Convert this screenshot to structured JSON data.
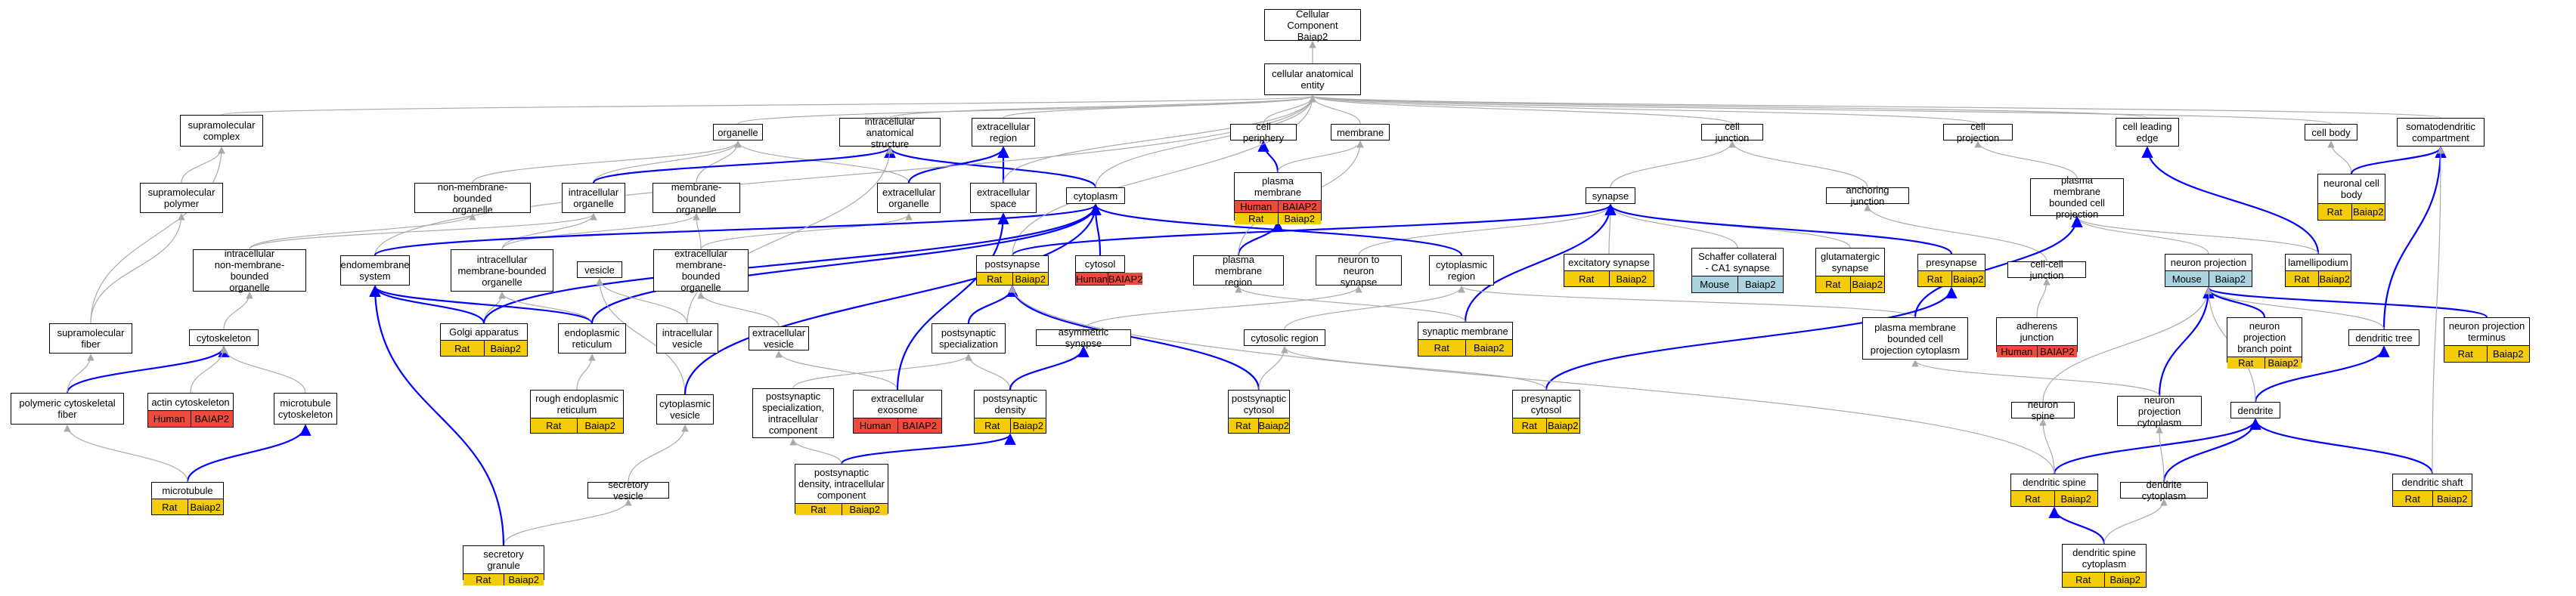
{
  "colors": {
    "rat_annotation": "#f5cc0a",
    "human_annotation": "#ef4b3c",
    "mouse_annotation": "#a9d4e0",
    "is_a_edge": "#aaaaaa",
    "part_of_edge": "#0000ff"
  },
  "nodes": [
    {
      "id": "root",
      "label": "Cellular Component\nBaiap2"
    },
    {
      "id": "cae",
      "label": "cellular anatomical\nentity"
    },
    {
      "id": "smc",
      "label": "supramolecular\ncomplex"
    },
    {
      "id": "org",
      "label": "organelle"
    },
    {
      "id": "ias",
      "label": "intracellular\nanatomical structure"
    },
    {
      "id": "exr",
      "label": "extracellular\nregion"
    },
    {
      "id": "cper",
      "label": "cell periphery"
    },
    {
      "id": "mem",
      "label": "membrane"
    },
    {
      "id": "cj",
      "label": "cell junction"
    },
    {
      "id": "cproj",
      "label": "cell projection"
    },
    {
      "id": "cle",
      "label": "cell leading\nedge"
    },
    {
      "id": "cbody",
      "label": "cell body"
    },
    {
      "id": "sdc",
      "label": "somatodendritic\ncompartment"
    },
    {
      "id": "smp",
      "label": "supramolecular\npolymer"
    },
    {
      "id": "nmbo",
      "label": "non-membrane-bounded\norganelle"
    },
    {
      "id": "io",
      "label": "intracellular\norganelle"
    },
    {
      "id": "mbo",
      "label": "membrane-bounded\norganelle"
    },
    {
      "id": "exo",
      "label": "extracellular\norganelle"
    },
    {
      "id": "exs",
      "label": "extracellular\nspace"
    },
    {
      "id": "cyto",
      "label": "cytoplasm"
    },
    {
      "id": "pm",
      "label": "plasma membrane",
      "tags": [
        [
          "Human",
          "BAIAP2"
        ],
        [
          "Rat",
          "Baiap2"
        ]
      ]
    },
    {
      "id": "syn",
      "label": "synapse"
    },
    {
      "id": "aj",
      "label": "anchoring junction"
    },
    {
      "id": "pmbcp",
      "label": "plasma membrane\nbounded cell\nprojection"
    },
    {
      "id": "ncb",
      "label": "neuronal cell\nbody",
      "tags": [
        [
          "Rat",
          "Baiap2"
        ]
      ]
    },
    {
      "id": "inmbo",
      "label": "intracellular\nnon-membrane-bounded\norganelle"
    },
    {
      "id": "es",
      "label": "endomembrane\nsystem"
    },
    {
      "id": "imbo",
      "label": "intracellular\nmembrane-bounded\norganelle"
    },
    {
      "id": "ves",
      "label": "vesicle"
    },
    {
      "id": "embo",
      "label": "extracellular\nmembrane-bounded\norganelle"
    },
    {
      "id": "psyn",
      "label": "postsynapse",
      "tags": [
        [
          "Rat",
          "Baiap2"
        ]
      ]
    },
    {
      "id": "cytosol",
      "label": "cytosol",
      "tags": [
        [
          "Human",
          "BAIAP2"
        ]
      ]
    },
    {
      "id": "pmr",
      "label": "plasma membrane\nregion"
    },
    {
      "id": "n2n",
      "label": "neuron to neuron\nsynapse"
    },
    {
      "id": "cytreg",
      "label": "cytoplasmic\nregion"
    },
    {
      "id": "exsyn",
      "label": "excitatory synapse",
      "tags": [
        [
          "Rat",
          "Baiap2"
        ]
      ]
    },
    {
      "id": "schaf",
      "label": "Schaffer collateral\n- CA1 synapse",
      "tags": [
        [
          "Mouse",
          "Baiap2"
        ]
      ]
    },
    {
      "id": "glut",
      "label": "glutamatergic\nsynapse",
      "tags": [
        [
          "Rat",
          "Baiap2"
        ]
      ]
    },
    {
      "id": "presyn",
      "label": "presynapse",
      "tags": [
        [
          "Rat",
          "Baiap2"
        ]
      ]
    },
    {
      "id": "ccj",
      "label": "cell-cell junction"
    },
    {
      "id": "nproj",
      "label": "neuron projection",
      "tags": [
        [
          "Mouse",
          "Baiap2"
        ]
      ]
    },
    {
      "id": "lamel",
      "label": "lamellipodium",
      "tags": [
        [
          "Rat",
          "Baiap2"
        ]
      ]
    },
    {
      "id": "smfib",
      "label": "supramolecular\nfiber"
    },
    {
      "id": "cskel",
      "label": "cytoskeleton"
    },
    {
      "id": "golgi",
      "label": "Golgi apparatus",
      "tags": [
        [
          "Rat",
          "Baiap2"
        ]
      ]
    },
    {
      "id": "er",
      "label": "endoplasmic\nreticulum"
    },
    {
      "id": "iv",
      "label": "intracellular\nvesicle"
    },
    {
      "id": "exv",
      "label": "extracellular\nvesicle"
    },
    {
      "id": "pss",
      "label": "postsynaptic\nspecialization"
    },
    {
      "id": "asyn",
      "label": "asymmetric synapse"
    },
    {
      "id": "cytoreg2",
      "label": "cytosolic region"
    },
    {
      "id": "synmem",
      "label": "synaptic membrane",
      "tags": [
        [
          "Rat",
          "Baiap2"
        ]
      ]
    },
    {
      "id": "pmbcpc",
      "label": "plasma membrane\nbounded cell\nprojection cytoplasm"
    },
    {
      "id": "adh",
      "label": "adherens junction",
      "tags": [
        [
          "Human",
          "BAIAP2"
        ]
      ]
    },
    {
      "id": "npbp",
      "label": "neuron projection\nbranch point",
      "tags": [
        [
          "Rat",
          "Baiap2"
        ]
      ]
    },
    {
      "id": "npt",
      "label": "neuron projection\nterminus",
      "tags": [
        [
          "Rat",
          "Baiap2"
        ]
      ]
    },
    {
      "id": "dtree",
      "label": "dendritic tree"
    },
    {
      "id": "pcf",
      "label": "polymeric cytoskeletal\nfiber"
    },
    {
      "id": "actin",
      "label": "actin cytoskeleton",
      "tags": [
        [
          "Human",
          "BAIAP2"
        ]
      ]
    },
    {
      "id": "mtc",
      "label": "microtubule\ncytoskeleton"
    },
    {
      "id": "rer",
      "label": "rough endoplasmic\nreticulum",
      "tags": [
        [
          "Rat",
          "Baiap2"
        ]
      ]
    },
    {
      "id": "cves",
      "label": "cytoplasmic\nvesicle"
    },
    {
      "id": "psic",
      "label": "postsynaptic\nspecialization,\nintracellular\ncomponent"
    },
    {
      "id": "exexo",
      "label": "extracellular\nexosome",
      "tags": [
        [
          "Human",
          "BAIAP2"
        ]
      ]
    },
    {
      "id": "psd",
      "label": "postsynaptic\ndensity",
      "tags": [
        [
          "Rat",
          "Baiap2"
        ]
      ]
    },
    {
      "id": "pscyt",
      "label": "postsynaptic\ncytosol",
      "tags": [
        [
          "Rat",
          "Baiap2"
        ]
      ]
    },
    {
      "id": "prcyt",
      "label": "presynaptic\ncytosol",
      "tags": [
        [
          "Rat",
          "Baiap2"
        ]
      ]
    },
    {
      "id": "nspine",
      "label": "neuron spine"
    },
    {
      "id": "npc",
      "label": "neuron projection\ncytoplasm"
    },
    {
      "id": "dend",
      "label": "dendrite"
    },
    {
      "id": "mt",
      "label": "microtubule",
      "tags": [
        [
          "Rat",
          "Baiap2"
        ]
      ]
    },
    {
      "id": "secves",
      "label": "secretory vesicle"
    },
    {
      "id": "psdic",
      "label": "postsynaptic\ndensity, intracellular\ncomponent",
      "tags": [
        [
          "Rat",
          "Baiap2"
        ]
      ]
    },
    {
      "id": "dspine",
      "label": "dendritic spine",
      "tags": [
        [
          "Rat",
          "Baiap2"
        ]
      ]
    },
    {
      "id": "dcyt",
      "label": "dendrite cytoplasm"
    },
    {
      "id": "dshaft",
      "label": "dendritic shaft",
      "tags": [
        [
          "Rat",
          "Baiap2"
        ]
      ]
    },
    {
      "id": "secgr",
      "label": "secretory granule",
      "tags": [
        [
          "Rat",
          "Baiap2"
        ]
      ]
    },
    {
      "id": "dscyt",
      "label": "dendritic spine\ncytoplasm",
      "tags": [
        [
          "Rat",
          "Baiap2"
        ]
      ]
    }
  ],
  "edges": [
    [
      "cae",
      "root",
      "is_a"
    ],
    [
      "smc",
      "cae",
      "is_a"
    ],
    [
      "org",
      "cae",
      "is_a"
    ],
    [
      "ias",
      "cae",
      "is_a"
    ],
    [
      "exr",
      "cae",
      "is_a"
    ],
    [
      "cper",
      "cae",
      "is_a"
    ],
    [
      "mem",
      "cae",
      "is_a"
    ],
    [
      "cj",
      "cae",
      "is_a"
    ],
    [
      "cproj",
      "cae",
      "is_a"
    ],
    [
      "cle",
      "cae",
      "is_a"
    ],
    [
      "cbody",
      "cae",
      "is_a"
    ],
    [
      "sdc",
      "cae",
      "is_a"
    ],
    [
      "smp",
      "smc",
      "is_a"
    ],
    [
      "smfib",
      "smp",
      "is_a"
    ],
    [
      "nmbo",
      "org",
      "is_a"
    ],
    [
      "io",
      "org",
      "is_a"
    ],
    [
      "mbo",
      "org",
      "is_a"
    ],
    [
      "exo",
      "org",
      "is_a"
    ],
    [
      "io",
      "ias",
      "part_of"
    ],
    [
      "exo",
      "exr",
      "part_of"
    ],
    [
      "exs",
      "exr",
      "part_of"
    ],
    [
      "cyto",
      "ias",
      "part_of"
    ],
    [
      "cyto",
      "cae",
      "is_a"
    ],
    [
      "es",
      "cae",
      "is_a"
    ],
    [
      "exs",
      "cae",
      "is_a"
    ],
    [
      "pm",
      "cper",
      "part_of"
    ],
    [
      "pm",
      "mem",
      "is_a"
    ],
    [
      "syn",
      "cj",
      "is_a"
    ],
    [
      "aj",
      "cj",
      "is_a"
    ],
    [
      "pmbcp",
      "cproj",
      "is_a"
    ],
    [
      "lamel",
      "cle",
      "part_of"
    ],
    [
      "lamel",
      "pmbcp",
      "is_a"
    ],
    [
      "ncb",
      "cbody",
      "is_a"
    ],
    [
      "ncb",
      "sdc",
      "part_of"
    ],
    [
      "inmbo",
      "nmbo",
      "is_a"
    ],
    [
      "inmbo",
      "io",
      "is_a"
    ],
    [
      "imbo",
      "io",
      "is_a"
    ],
    [
      "imbo",
      "mbo",
      "is_a"
    ],
    [
      "embo",
      "mbo",
      "is_a"
    ],
    [
      "embo",
      "exo",
      "is_a"
    ],
    [
      "es",
      "cyto",
      "part_of"
    ],
    [
      "psyn",
      "syn",
      "part_of"
    ],
    [
      "psyn",
      "cae",
      "is_a"
    ],
    [
      "cytosol",
      "cyto",
      "part_of"
    ],
    [
      "pmr",
      "pm",
      "part_of"
    ],
    [
      "pmr",
      "mem",
      "is_a"
    ],
    [
      "n2n",
      "syn",
      "is_a"
    ],
    [
      "cytreg",
      "cyto",
      "part_of"
    ],
    [
      "exsyn",
      "syn",
      "is_a"
    ],
    [
      "schaf",
      "syn",
      "is_a"
    ],
    [
      "glut",
      "syn",
      "is_a"
    ],
    [
      "presyn",
      "syn",
      "part_of"
    ],
    [
      "ccj",
      "aj",
      "is_a"
    ],
    [
      "nproj",
      "pmbcp",
      "is_a"
    ],
    [
      "cskel",
      "inmbo",
      "is_a"
    ],
    [
      "smfib",
      "smc",
      "is_a"
    ],
    [
      "golgi",
      "es",
      "part_of"
    ],
    [
      "golgi",
      "imbo",
      "is_a"
    ],
    [
      "golgi",
      "cyto",
      "part_of"
    ],
    [
      "er",
      "es",
      "part_of"
    ],
    [
      "er",
      "imbo",
      "is_a"
    ],
    [
      "er",
      "cyto",
      "part_of"
    ],
    [
      "iv",
      "ves",
      "is_a"
    ],
    [
      "iv",
      "ias",
      "is_a"
    ],
    [
      "exv",
      "embo",
      "is_a"
    ],
    [
      "pss",
      "psyn",
      "part_of"
    ],
    [
      "asyn",
      "n2n",
      "is_a"
    ],
    [
      "cytoreg2",
      "cytreg",
      "is_a"
    ],
    [
      "synmem",
      "syn",
      "part_of"
    ],
    [
      "synmem",
      "pmr",
      "is_a"
    ],
    [
      "pmbcpc",
      "pmbcp",
      "part_of"
    ],
    [
      "pmbcpc",
      "cytreg",
      "is_a"
    ],
    [
      "adh",
      "ccj",
      "is_a"
    ],
    [
      "npbp",
      "nproj",
      "part_of"
    ],
    [
      "npt",
      "nproj",
      "part_of"
    ],
    [
      "dtree",
      "sdc",
      "part_of"
    ],
    [
      "dtree",
      "nproj",
      "is_a"
    ],
    [
      "pcf",
      "cskel",
      "part_of"
    ],
    [
      "pcf",
      "smfib",
      "is_a"
    ],
    [
      "actin",
      "cskel",
      "is_a"
    ],
    [
      "mtc",
      "cskel",
      "is_a"
    ],
    [
      "rer",
      "er",
      "is_a"
    ],
    [
      "cves",
      "ves",
      "is_a"
    ],
    [
      "cves",
      "cyto",
      "part_of"
    ],
    [
      "psic",
      "pss",
      "is_a"
    ],
    [
      "exexo",
      "exv",
      "is_a"
    ],
    [
      "exexo",
      "exs",
      "part_of"
    ],
    [
      "psd",
      "pss",
      "is_a"
    ],
    [
      "psd",
      "asyn",
      "part_of"
    ],
    [
      "pscyt",
      "psyn",
      "part_of"
    ],
    [
      "pscyt",
      "cytoreg2",
      "is_a"
    ],
    [
      "prcyt",
      "presyn",
      "part_of"
    ],
    [
      "prcyt",
      "cytoreg2",
      "is_a"
    ],
    [
      "nspine",
      "nproj",
      "is_a"
    ],
    [
      "npc",
      "nproj",
      "part_of"
    ],
    [
      "npc",
      "pmbcpc",
      "is_a"
    ],
    [
      "dend",
      "dtree",
      "part_of"
    ],
    [
      "dend",
      "nproj",
      "is_a"
    ],
    [
      "mt",
      "mtc",
      "part_of"
    ],
    [
      "mt",
      "pcf",
      "is_a"
    ],
    [
      "secves",
      "cves",
      "is_a"
    ],
    [
      "psdic",
      "psd",
      "part_of"
    ],
    [
      "psdic",
      "psic",
      "is_a"
    ],
    [
      "dspine",
      "dend",
      "part_of"
    ],
    [
      "dspine",
      "nspine",
      "is_a"
    ],
    [
      "dspine",
      "psyn",
      "is_a"
    ],
    [
      "dcyt",
      "dend",
      "part_of"
    ],
    [
      "dcyt",
      "npc",
      "is_a"
    ],
    [
      "dshaft",
      "dend",
      "part_of"
    ],
    [
      "dshaft",
      "sdc",
      "is_a"
    ],
    [
      "secgr",
      "secves",
      "is_a"
    ],
    [
      "secgr",
      "es",
      "part_of"
    ],
    [
      "dscyt",
      "dspine",
      "part_of"
    ],
    [
      "dscyt",
      "dcyt",
      "is_a"
    ]
  ]
}
